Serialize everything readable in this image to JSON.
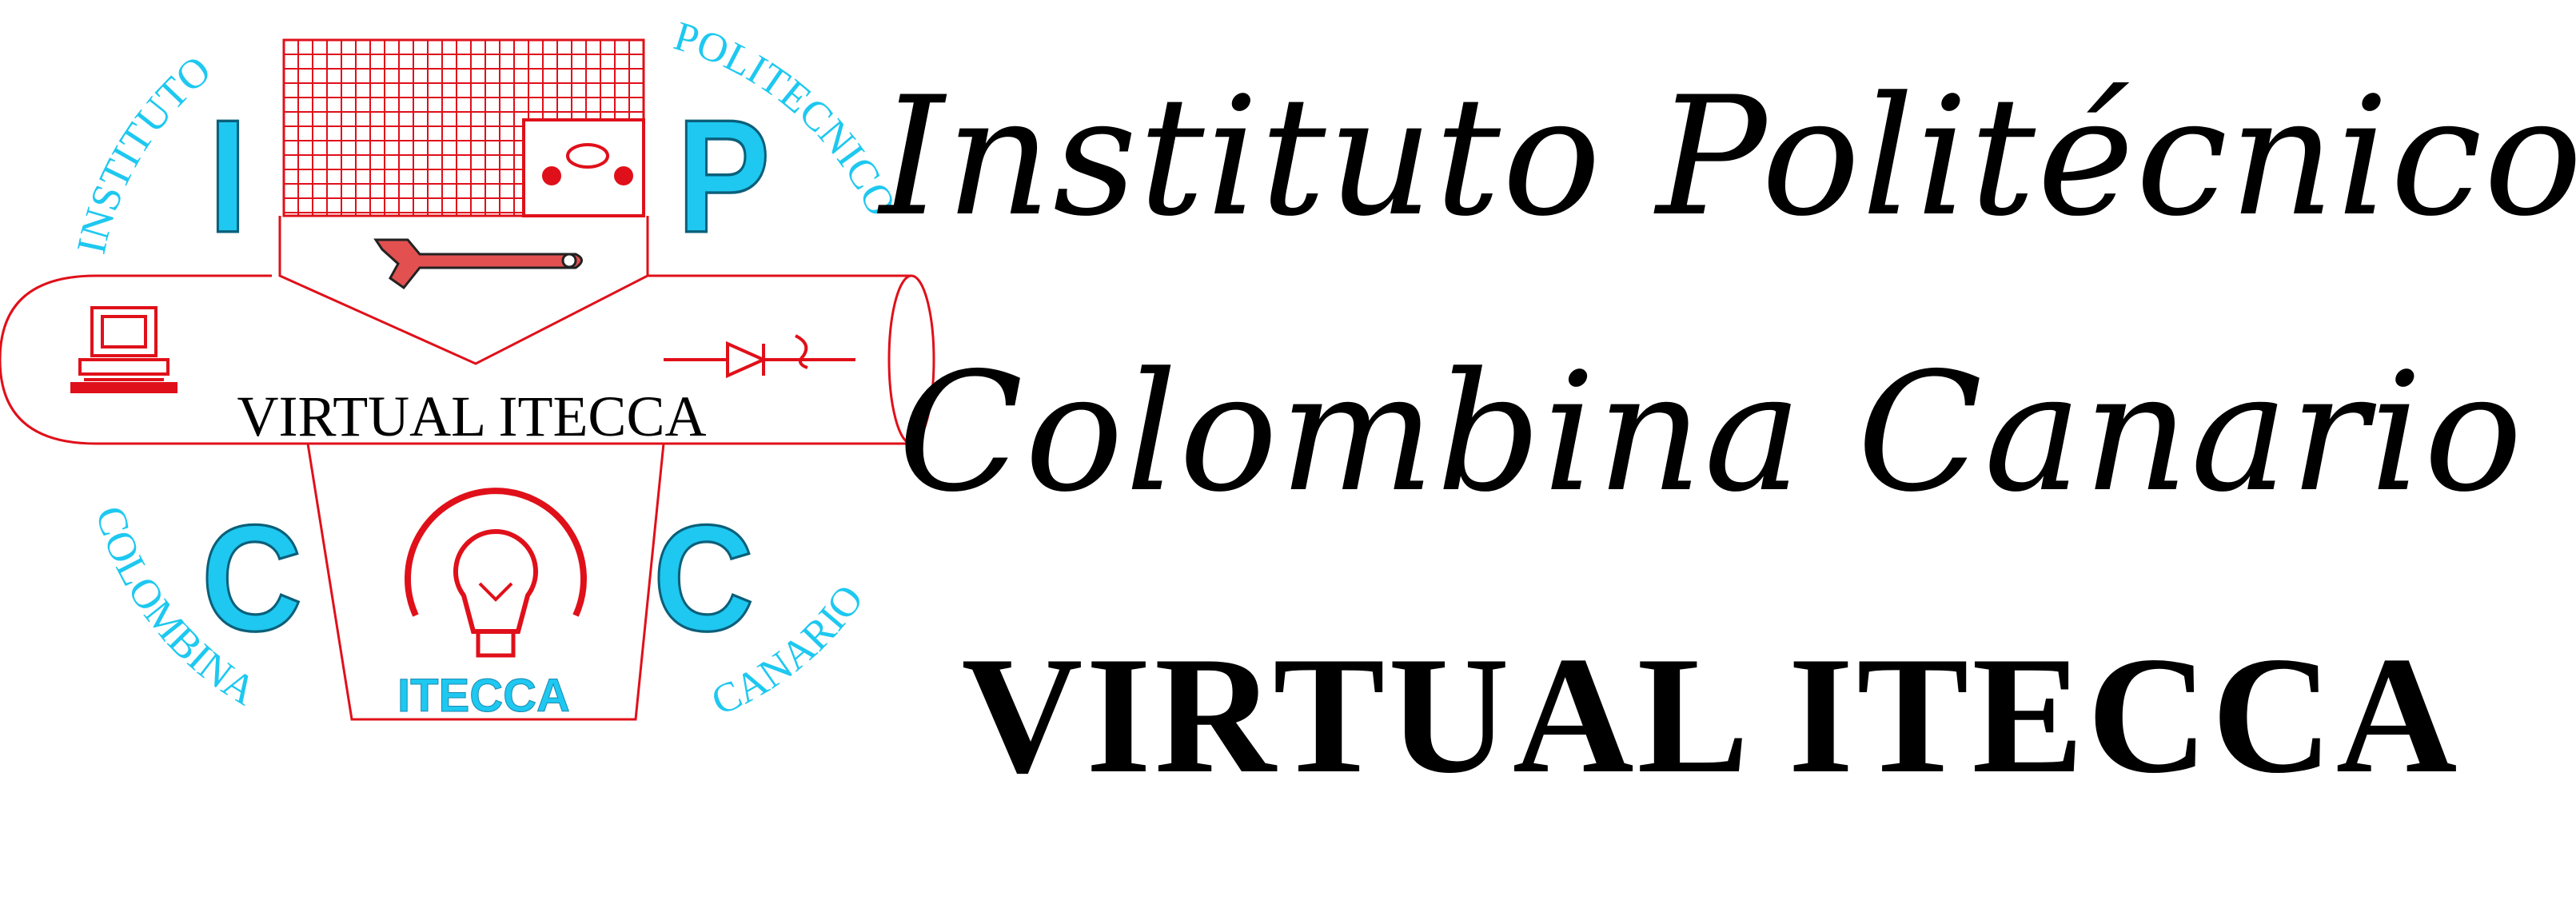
{
  "colors": {
    "cyan": "#1ec8f0",
    "red": "#e0101a",
    "black": "#000000"
  },
  "logo": {
    "arc_top_left": "INSTITUTO",
    "arc_top_right": "POLITECNICO",
    "arc_bottom_left": "COLOMBINA",
    "arc_bottom_right": "CANARIO",
    "letter_tl": "I",
    "letter_tr": "P",
    "letter_bl": "C",
    "letter_br": "C",
    "banner": "VIRTUAL ITECCA",
    "bulb_caption": "ITECCA",
    "icons": [
      "building-grid-icon",
      "wrench-icon",
      "computer-icon",
      "diode-icon",
      "lightbulb-icon"
    ]
  },
  "title": {
    "line1": "Instituto Politécnico",
    "line2": "Colombina Canario",
    "line3": "VIRTUAL ITECCA"
  }
}
